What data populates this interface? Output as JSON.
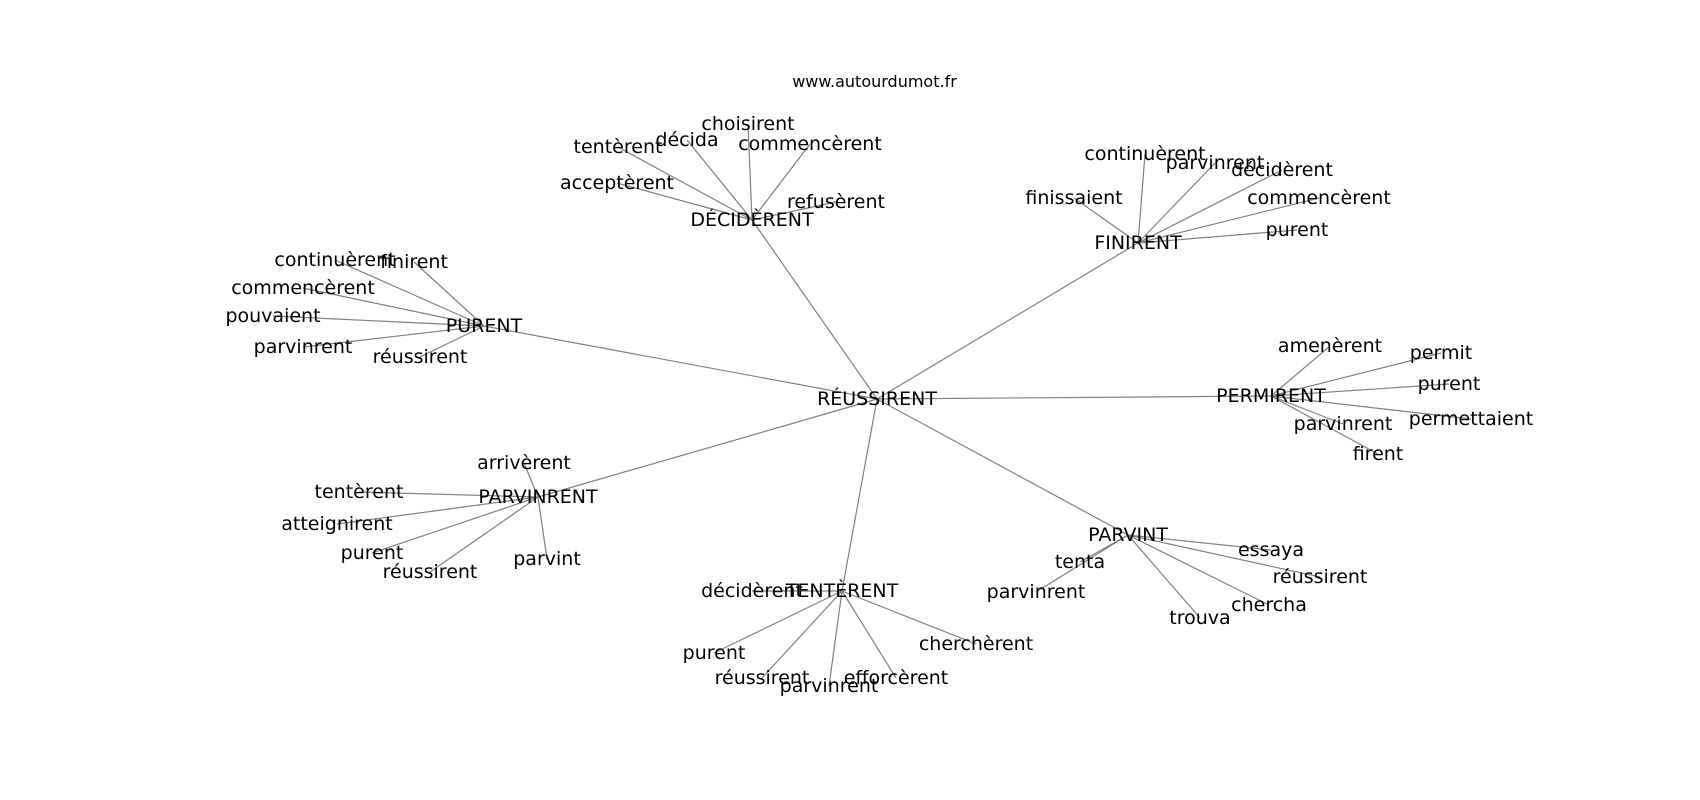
{
  "source": "www.autourdumot.fr",
  "colors": {
    "edge": "#808080",
    "text": "#000000",
    "background": "#ffffff"
  },
  "graph": {
    "center": "RÉUSSIRENT",
    "clusters": [
      {
        "hub": "DÉCIDÈRENT",
        "words": [
          "choisirent",
          "décida",
          "tentèrent",
          "commencèrent",
          "acceptèrent",
          "refusèrent"
        ]
      },
      {
        "hub": "FINIRENT",
        "words": [
          "continuèrent",
          "parvinrent",
          "décidèrent",
          "finissaient",
          "commencèrent",
          "purent"
        ]
      },
      {
        "hub": "PURENT",
        "words": [
          "continuèrent",
          "finirent",
          "commencèrent",
          "pouvaient",
          "parvinrent",
          "réussirent"
        ]
      },
      {
        "hub": "PERMIRENT",
        "words": [
          "amenèrent",
          "permit",
          "purent",
          "permettaient",
          "parvinrent",
          "firent"
        ]
      },
      {
        "hub": "PARVINRENT",
        "words": [
          "arrivèrent",
          "tentèrent",
          "atteignirent",
          "purent",
          "réussirent",
          "parvint"
        ]
      },
      {
        "hub": "PARVINT",
        "words": [
          "essaya",
          "tenta",
          "réussirent",
          "parvinrent",
          "chercha",
          "trouva"
        ]
      },
      {
        "hub": "TENTÈRENT",
        "words": [
          "décidèrent",
          "purent",
          "réussirent",
          "parvinrent",
          "efforcèrent",
          "cherchèrent"
        ]
      }
    ]
  }
}
